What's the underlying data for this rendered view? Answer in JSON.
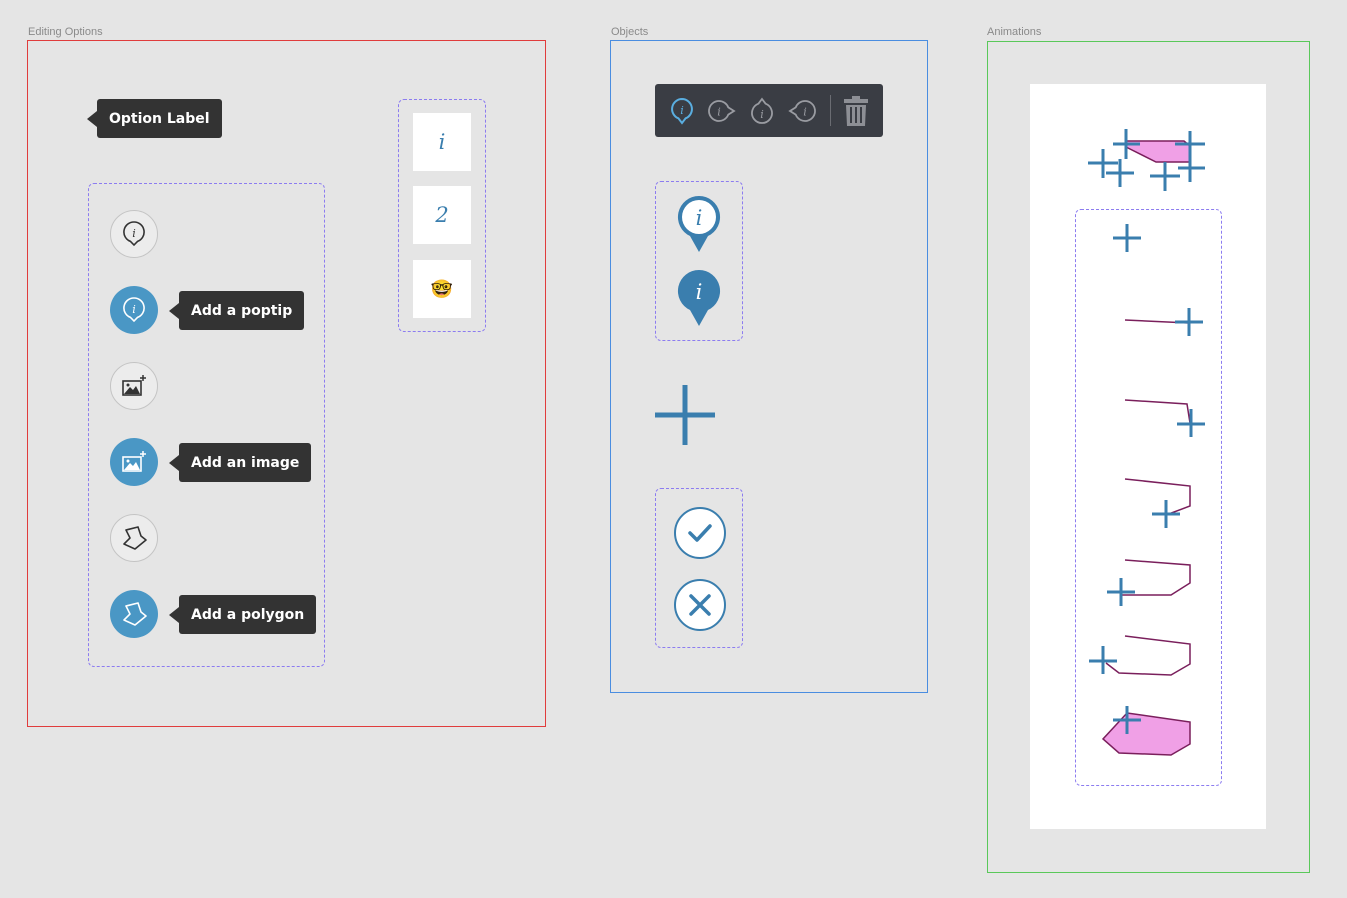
{
  "frames": {
    "editing": {
      "label": "Editing Options"
    },
    "objects": {
      "label": "Objects"
    },
    "animations": {
      "label": "Animations"
    }
  },
  "editing": {
    "option_label": "Option Label",
    "buttons": [
      {
        "icon": "poptip-icon",
        "state": "inactive"
      },
      {
        "icon": "poptip-icon",
        "state": "active",
        "tooltip": "Add a poptip"
      },
      {
        "icon": "add-image-icon",
        "state": "inactive"
      },
      {
        "icon": "add-image-icon",
        "state": "active",
        "tooltip": "Add an image"
      },
      {
        "icon": "polygon-icon",
        "state": "inactive"
      },
      {
        "icon": "polygon-icon",
        "state": "active",
        "tooltip": "Add a polygon"
      }
    ],
    "marker_tiles": [
      {
        "value": "i"
      },
      {
        "value": "2"
      },
      {
        "value": "🤓"
      }
    ]
  },
  "objects": {
    "toolbar_icons": [
      "marker-down-icon",
      "marker-right-icon",
      "marker-up-icon",
      "marker-left-icon",
      "trash-icon"
    ],
    "markers": [
      "marker-outline-icon",
      "marker-filled-icon"
    ],
    "crosshair": "crosshair-icon",
    "actions": [
      "confirm-icon",
      "cancel-icon"
    ]
  },
  "colors": {
    "accent": "#3a7eae",
    "accent_light": "#4a97c5",
    "editing_frame": "#e03c3c",
    "objects_frame": "#4a8de0",
    "animations_frame": "#5ac85a",
    "dashed": "#8c7cf0",
    "polygon_fill": "#f0a0e6",
    "polygon_stroke": "#7a1f5c",
    "dark": "#333333"
  }
}
